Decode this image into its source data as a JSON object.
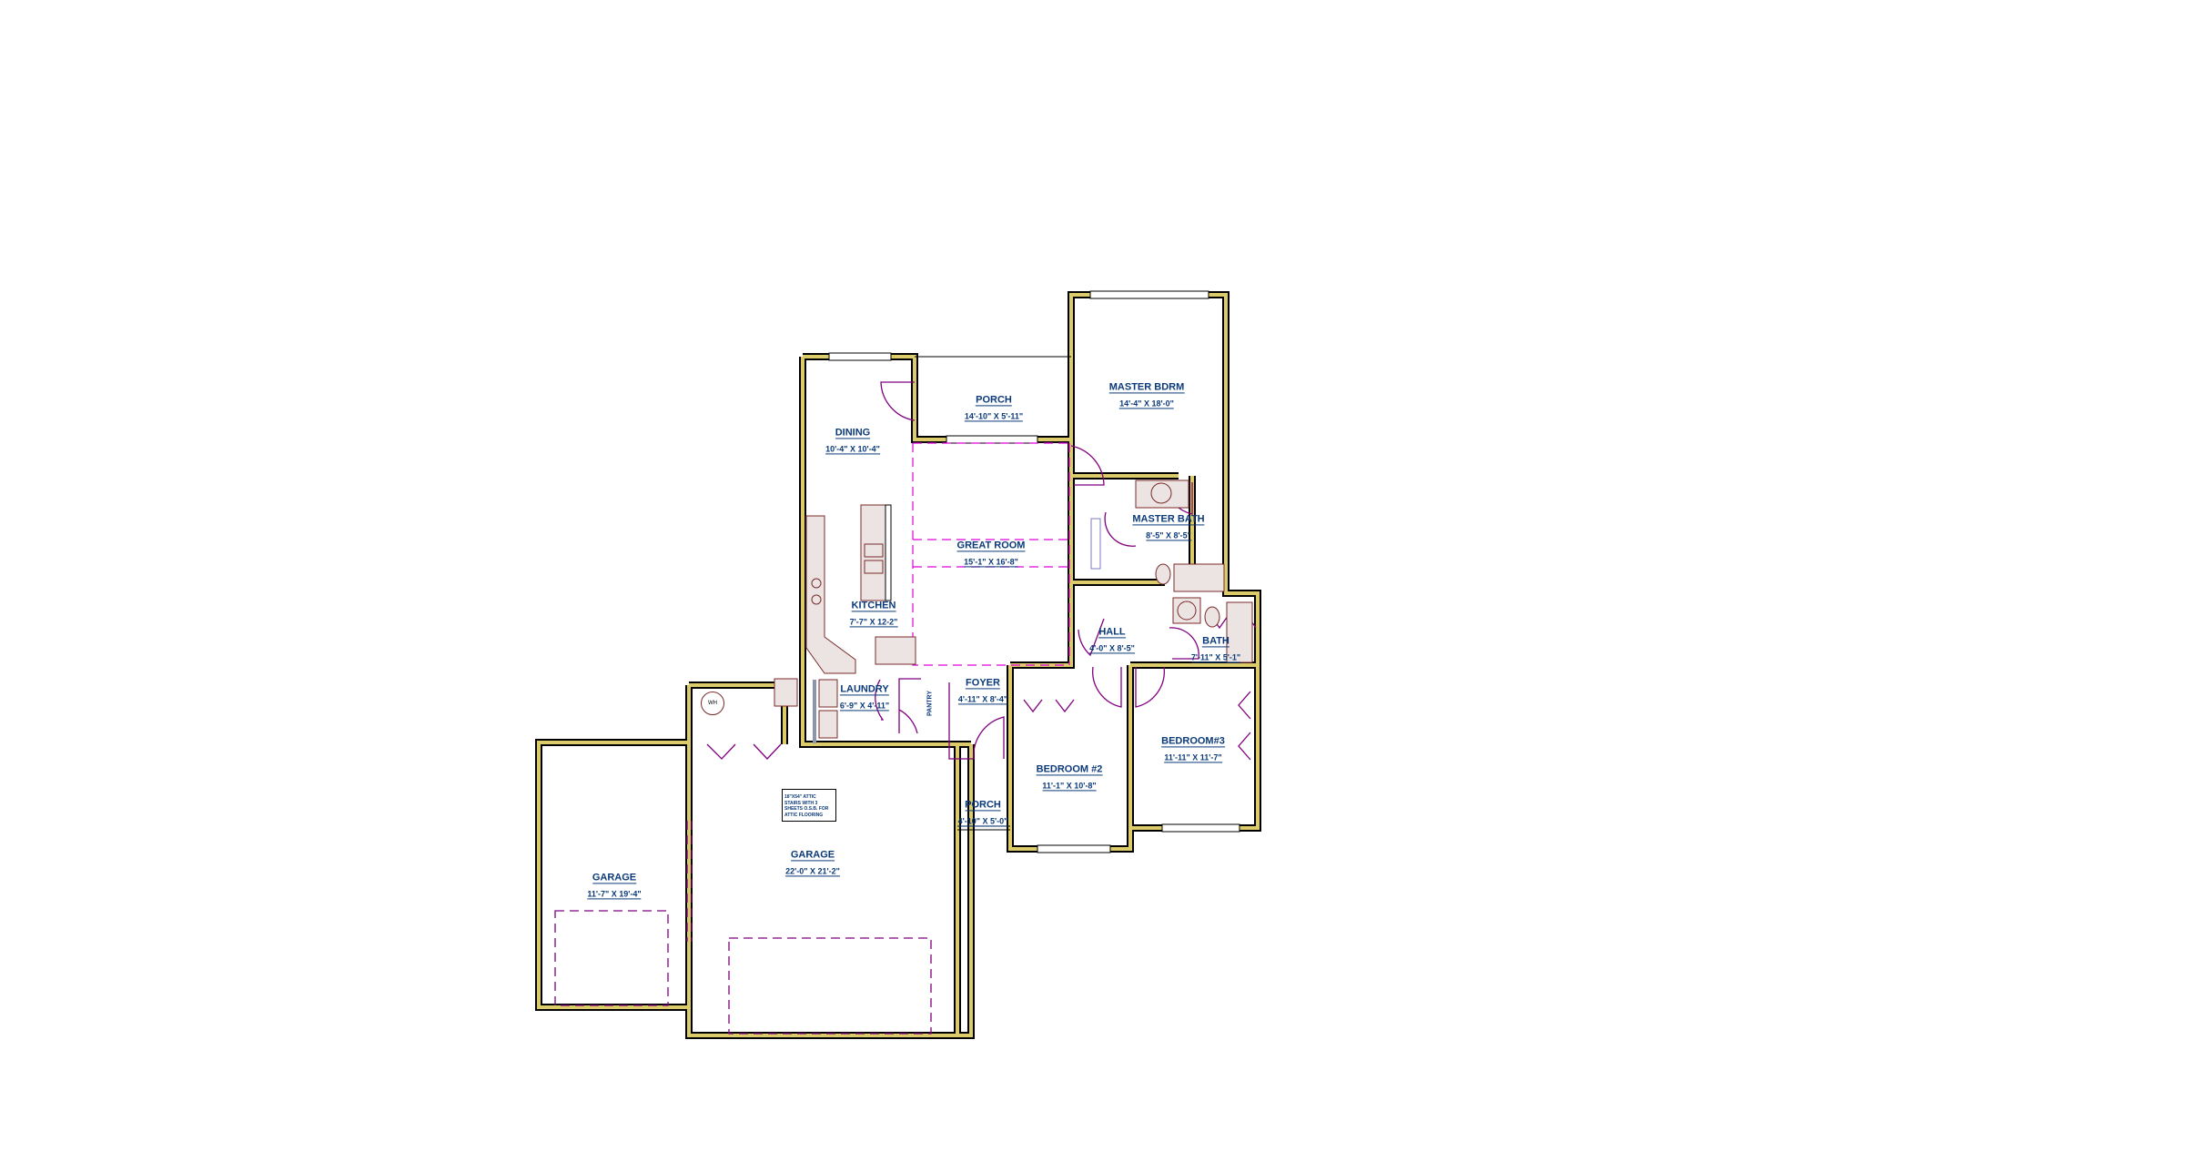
{
  "plan": {
    "rooms": [
      {
        "id": "porch-rear",
        "name": "PORCH",
        "dims": "14'-10\" X 5'-11\""
      },
      {
        "id": "master-bdrm",
        "name": "MASTER BDRM",
        "dims": "14'-4\" X 18'-0\""
      },
      {
        "id": "dining",
        "name": "DINING",
        "dims": "10'-4\" X 10'-4\""
      },
      {
        "id": "master-bath",
        "name": "MASTER BATH",
        "dims": "8'-5\" X 8'-5\""
      },
      {
        "id": "great-room",
        "name": "GREAT ROOM",
        "dims": "15'-1\" X 16'-8\""
      },
      {
        "id": "kitchen",
        "name": "KITCHEN",
        "dims": "7'-7\" X 12-2\""
      },
      {
        "id": "hall",
        "name": "HALL",
        "dims": "4'-0\" X 8'-5\""
      },
      {
        "id": "bath",
        "name": "BATH",
        "dims": "7'-11\" X 5'-1\""
      },
      {
        "id": "laundry",
        "name": "LAUNDRY",
        "dims": "6'-9\" X 4'-11\""
      },
      {
        "id": "foyer",
        "name": "FOYER",
        "dims": "4'-11\" X 8'-4\""
      },
      {
        "id": "bedroom3",
        "name": "BEDROOM#3",
        "dims": "11'-11\" X 11'-7\""
      },
      {
        "id": "bedroom2",
        "name": "BEDROOM #2",
        "dims": "11'-1\" X 10'-8\""
      },
      {
        "id": "porch-front",
        "name": "PORCH",
        "dims": "4'-10\" X 5'-0\""
      },
      {
        "id": "garage-left",
        "name": "GARAGE",
        "dims": "11'-7\" X 19'-4\""
      },
      {
        "id": "garage-main",
        "name": "GARAGE",
        "dims": "22'-0\" X 21'-2\""
      }
    ],
    "pantry_label": "PANTRY",
    "water_heater_label": "WH",
    "attic_note": "18\"X54\" ATTIC STAIRS WITH 3 SHEETS O.S.B. FOR ATTIC FLOORING",
    "colors": {
      "wall": "#dccb6a",
      "label": "#0b3a7a",
      "door": "#800080",
      "dashed": "#e000e0"
    }
  }
}
